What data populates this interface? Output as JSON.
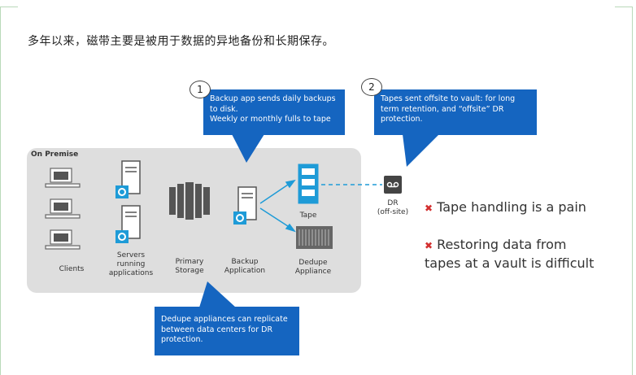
{
  "heading": "多年以来，磁带主要是被用于数据的异地备份和长期保存。",
  "premise_label": "On Premise",
  "callout1": {
    "number": "1",
    "lines": [
      "Backup app sends daily backups",
      "to disk.",
      "Weekly or monthly fulls to tape"
    ]
  },
  "callout2": {
    "number": "2",
    "lines": [
      "Tapes sent offsite to vault:  for long",
      "term retention, and “offsite” DR",
      "protection."
    ]
  },
  "callout3": {
    "lines": [
      "Dedupe appliances can replicate",
      "between data centers for DR",
      "protection."
    ]
  },
  "labels": {
    "clients": "Clients",
    "servers": [
      "Servers",
      "running",
      "applications"
    ],
    "primary": [
      "Primary",
      "Storage"
    ],
    "backup": [
      "Backup",
      "Application"
    ],
    "tape": "Tape",
    "dedupe": [
      "Dedupe",
      "Appliance"
    ],
    "dr": [
      "DR",
      "(off-site)"
    ]
  },
  "bullets": [
    "Tape handling is a pain",
    "Restoring data from",
    "tapes at a vault is difficult"
  ],
  "colors": {
    "callout": "#1565c0",
    "premise_bg": "#dedede",
    "tape_accent": "#1e9bd7",
    "bullet_x": "#d32f2f"
  }
}
